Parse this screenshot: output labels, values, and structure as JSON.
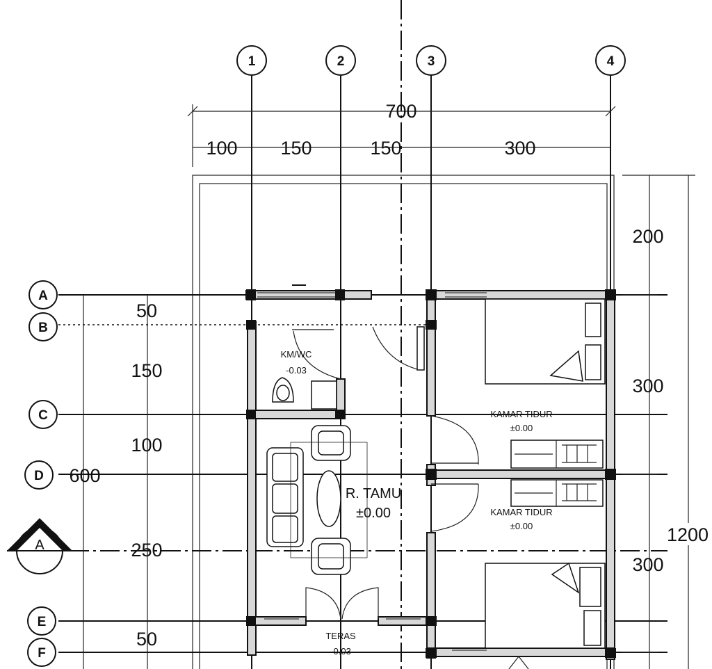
{
  "plan": {
    "grid_columns": [
      "1",
      "2",
      "3",
      "4"
    ],
    "grid_rows": [
      "A",
      "B",
      "C",
      "D",
      "E",
      "F"
    ],
    "top_dims": {
      "total": "700",
      "segments": [
        "100",
        "150",
        "150",
        "300"
      ]
    },
    "right_dims": {
      "total": "1200",
      "segments": [
        "200",
        "300",
        "300"
      ]
    },
    "left_dims": {
      "total": "600",
      "segments": [
        "50",
        "150",
        "100",
        "250",
        "50"
      ]
    },
    "section_marker": "A",
    "rooms": {
      "kmwc_name": "KM/WC",
      "kmwc_level": "-0.03",
      "bedroom1_name": "KAMAR TIDUR",
      "bedroom1_level": "±0.00",
      "bedroom2_name": "KAMAR TIDUR",
      "bedroom2_level": "±0.00",
      "living_name": "R. TAMU",
      "living_level": "±0.00",
      "terrace_name": "TERAS",
      "terrace_level": "-0.03"
    }
  }
}
